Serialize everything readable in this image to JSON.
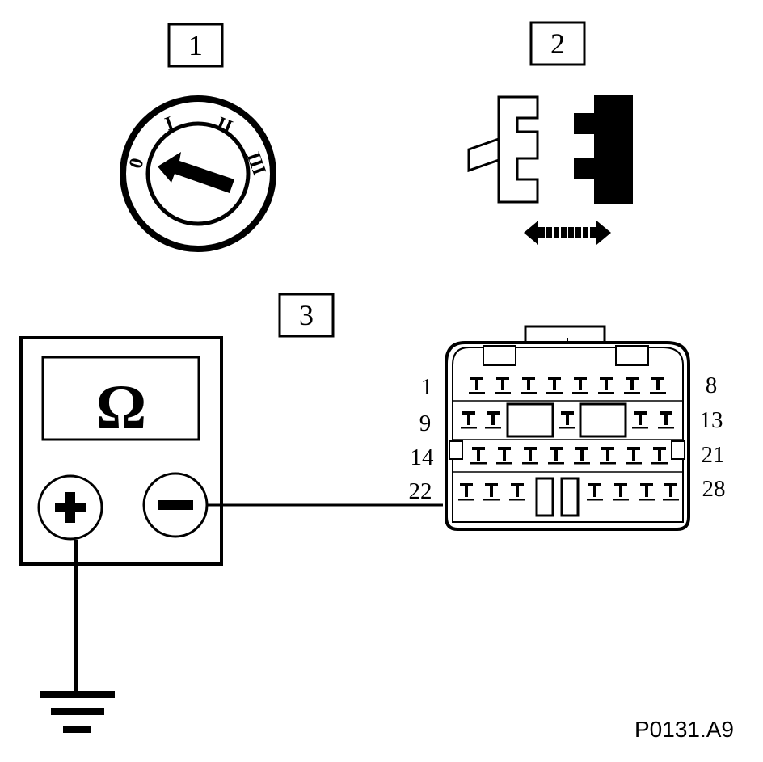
{
  "steps": [
    {
      "label": "1"
    },
    {
      "label": "2"
    },
    {
      "label": "3"
    }
  ],
  "ignition_switch": {
    "positions": [
      "0",
      "I",
      "II",
      "III"
    ],
    "selected_position": "0"
  },
  "meter": {
    "unit_symbol": "Ω",
    "plus_symbol": "+",
    "minus_symbol": "−"
  },
  "connector": {
    "row_labels_left": [
      "1",
      "9",
      "14",
      "22"
    ],
    "row_labels_right": [
      "8",
      "13",
      "21",
      "28"
    ]
  },
  "reference_code": "P0131.A9"
}
